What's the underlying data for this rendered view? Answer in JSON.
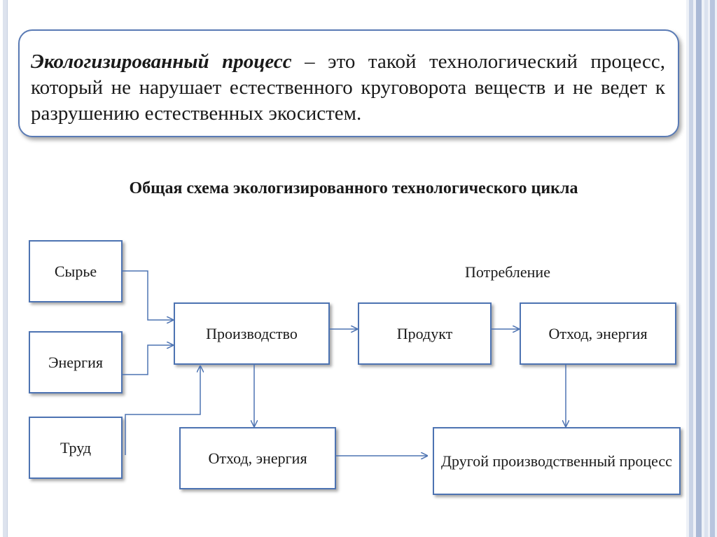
{
  "definition": {
    "term": "Экологизированный процесс",
    "text": " – это такой технологический процесс, который не нарушает естественного круговорота веществ и не ведет к разрушению естественных экосистем."
  },
  "scheme": {
    "title": "Общая схема экологизированного технологического цикла",
    "consumption_label": "Потребление",
    "nodes": {
      "raw": "Сырье",
      "energy": "Энергия",
      "labor": "Труд",
      "production": "Производство",
      "product": "Продукт",
      "waste_top": "Отход, энергия",
      "waste_bottom": "Отход, энергия",
      "other_process": "Другой производственный процесс"
    }
  },
  "colors": {
    "box_border": "#4d73b2",
    "arrow": "#4d73b2",
    "definition_border": "#5a7bb5",
    "stripes": [
      "#c9d3e6",
      "#aab9d6",
      "#dbe2ef",
      "#b8c5de"
    ]
  }
}
